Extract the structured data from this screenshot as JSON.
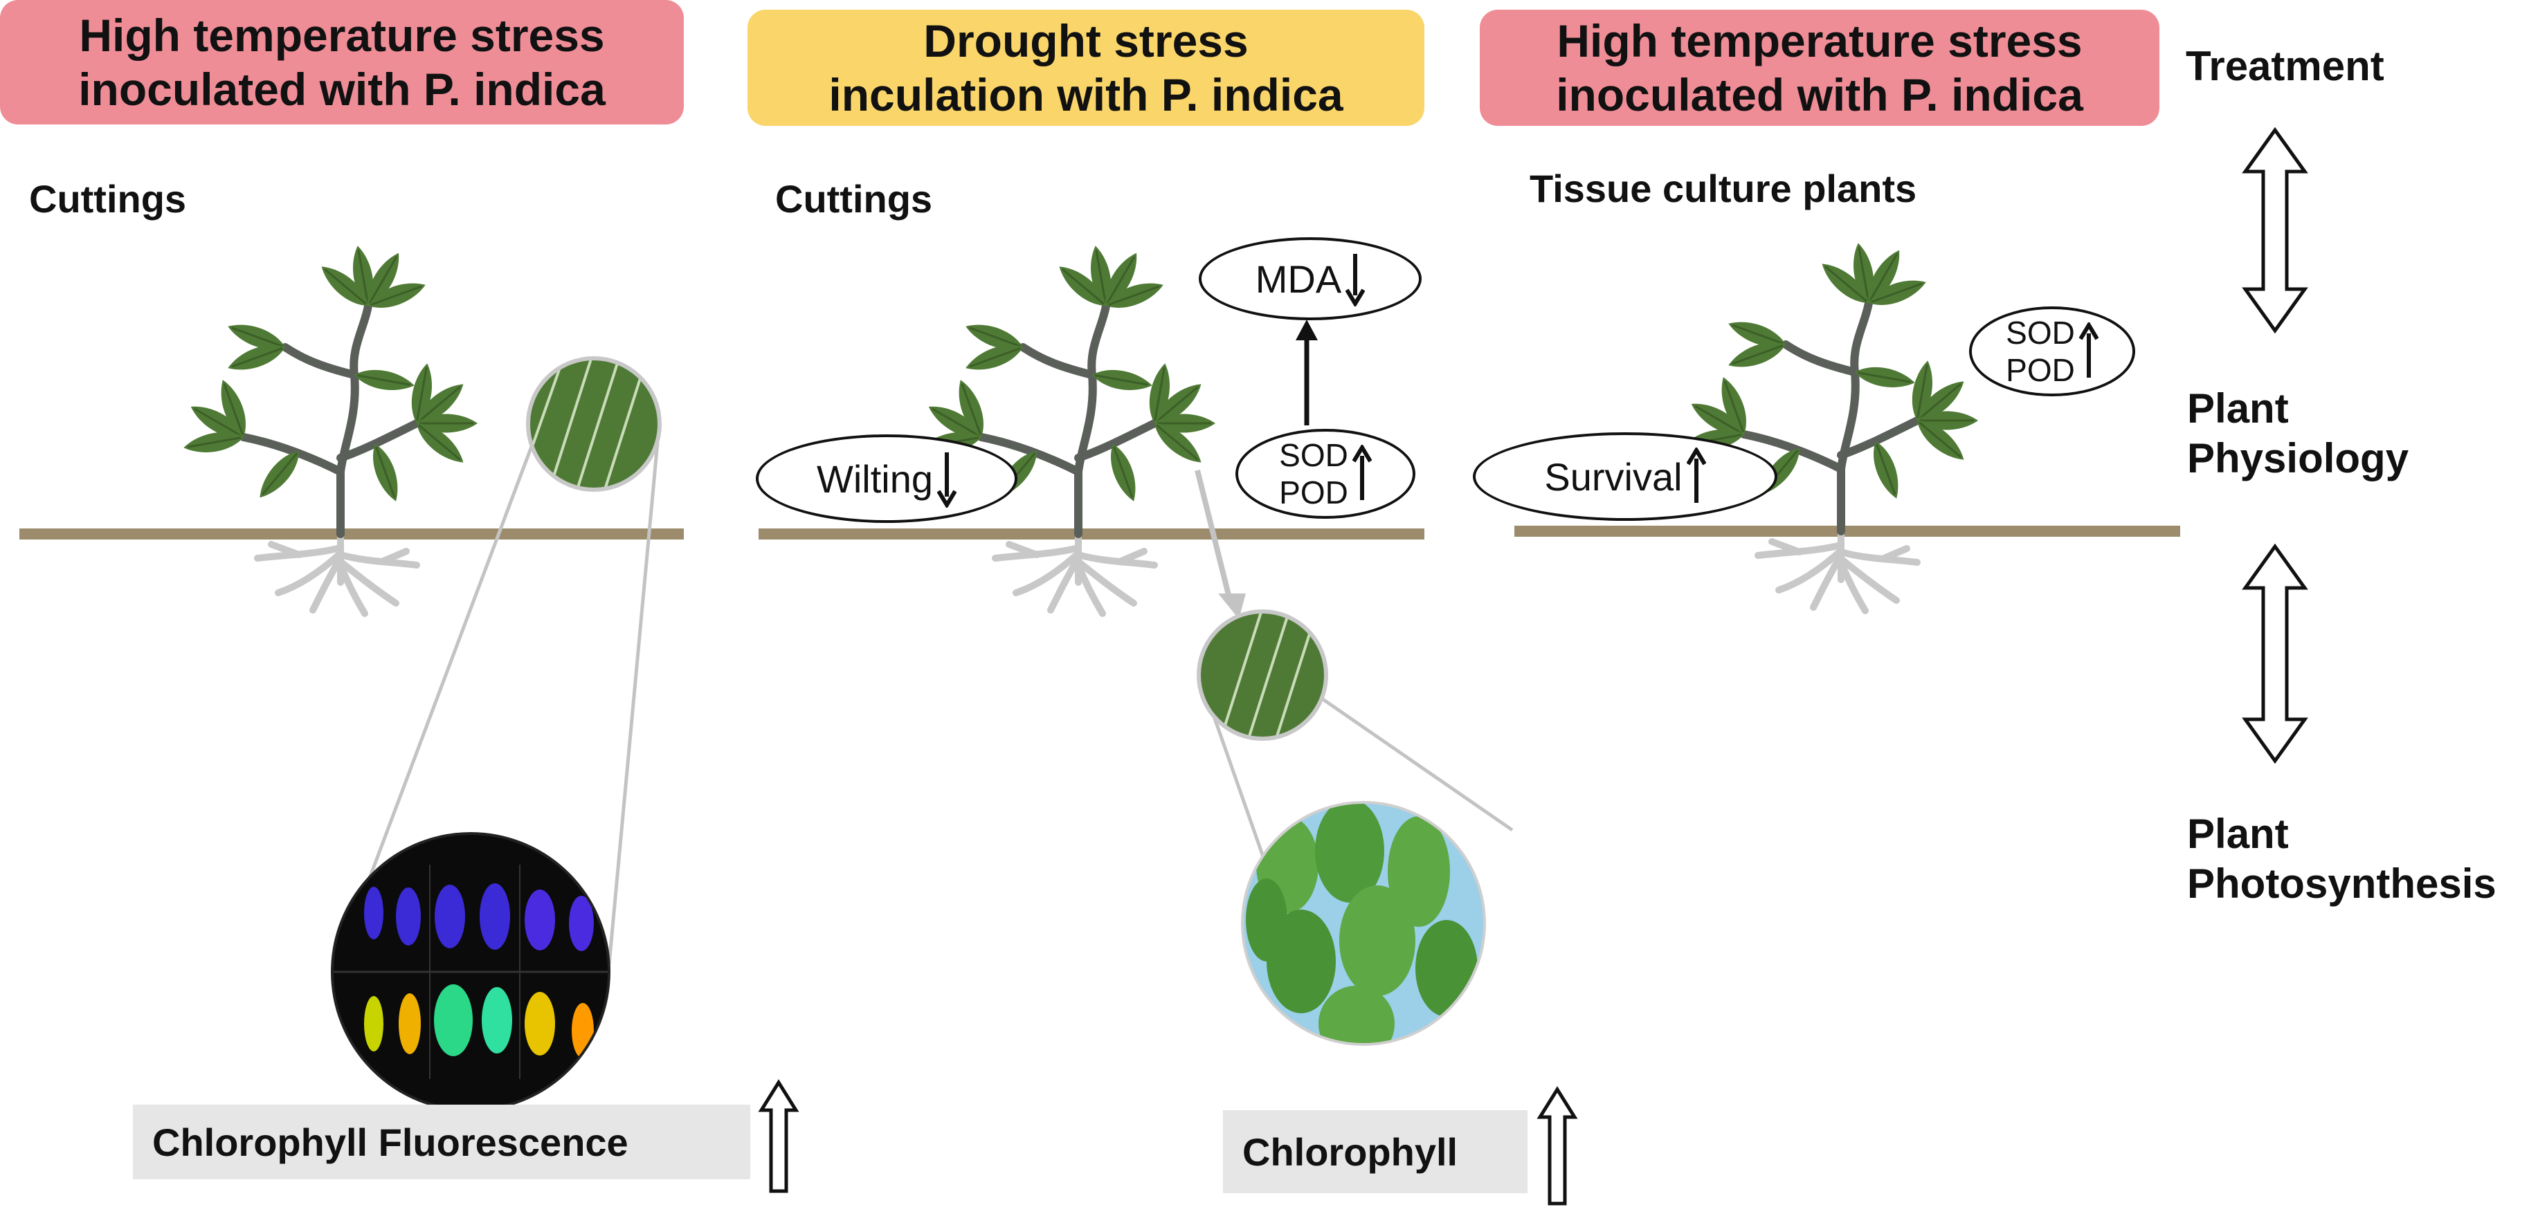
{
  "headers": {
    "left": "High temperature stress\ninoculated with P. indica",
    "middle": "Drought stress\ninculation with P. indica",
    "right": "High temperature stress\ninoculated with P. indica"
  },
  "labels": {
    "left": "Cuttings",
    "middle": "Cuttings",
    "right": "Tissue culture plants"
  },
  "axis": {
    "treatment": "Treatment",
    "physiology": "Plant\nPhysiology",
    "photosynthesis": "Plant\nPhotosynthesis"
  },
  "ovals": {
    "mda": "MDA",
    "wilting": "Wilting",
    "sod_pod_middle": "SOD\nPOD",
    "survival": "Survival",
    "sod_pod_right": "SOD\nPOD"
  },
  "bottom": {
    "fluorescence": "Chlorophyll Fluorescence",
    "chlorophyll": "Chlorophyll"
  },
  "colors": {
    "pink_header": "#ef8d97",
    "yellow_header": "#fad66a",
    "leaf": "#4f7a35",
    "ground": "#9c8c6c",
    "root": "#c8c8c8"
  }
}
